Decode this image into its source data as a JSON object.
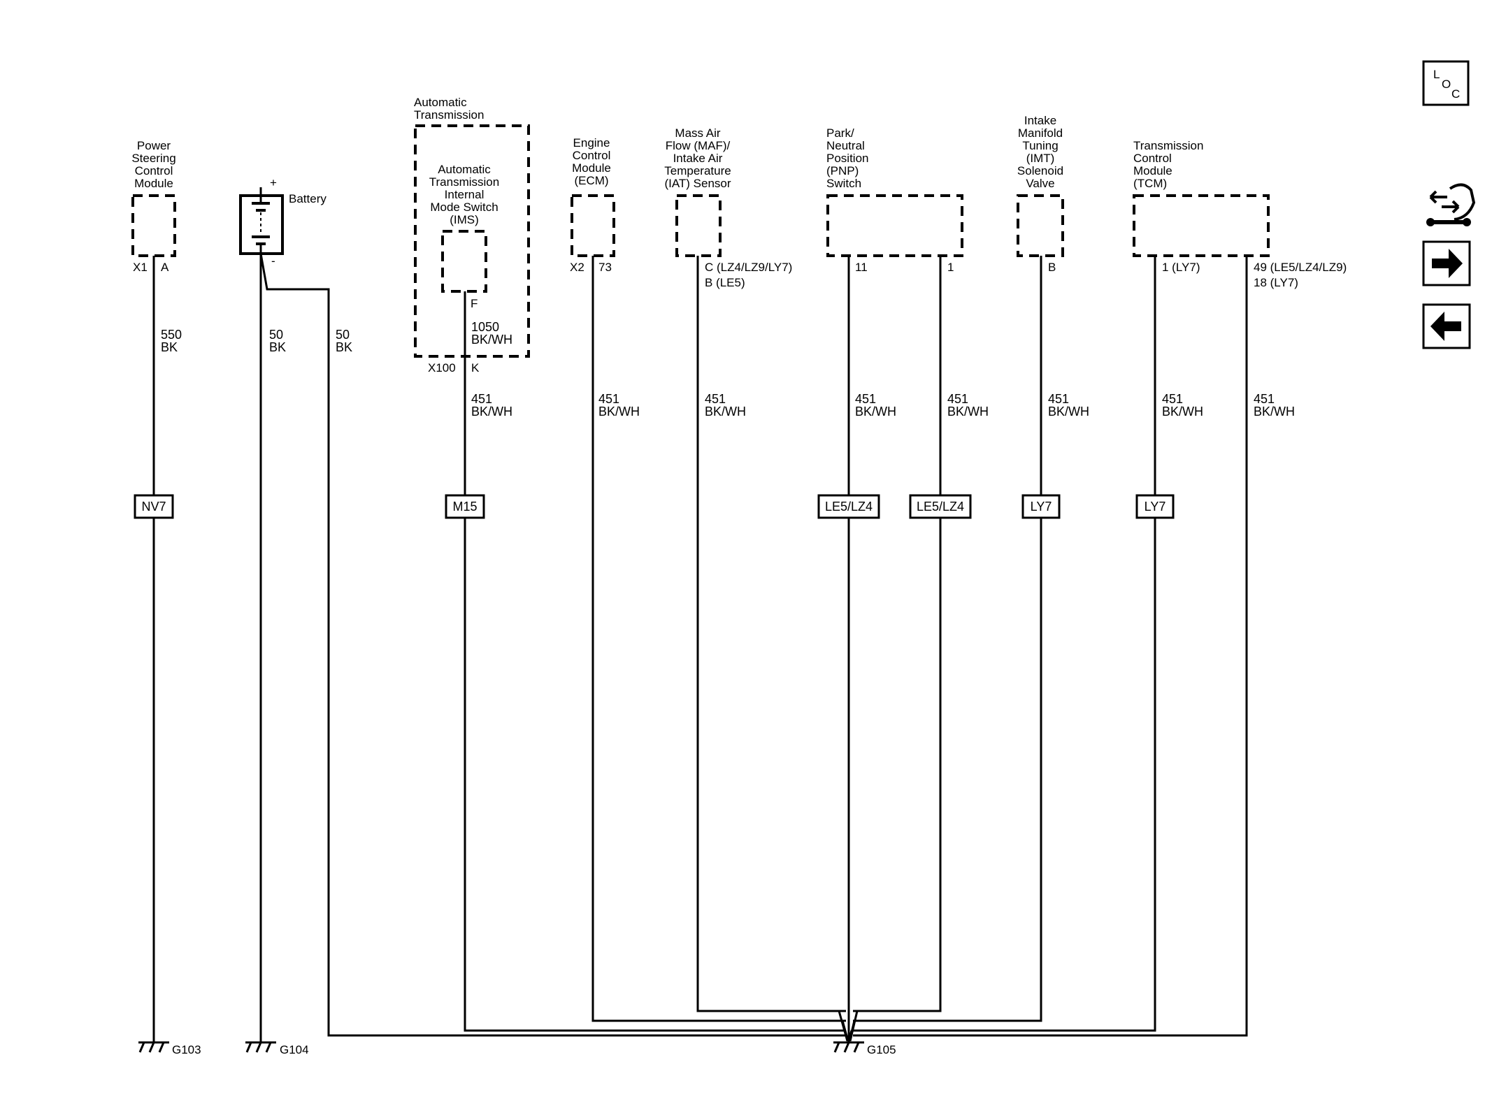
{
  "components": {
    "power_steering": [
      "Power",
      "Steering",
      "Control",
      "Module"
    ],
    "battery": "Battery",
    "auto_trans_outer": [
      "Automatic",
      "Transmission"
    ],
    "ims": [
      "Automatic",
      "Transmission",
      "Internal",
      "Mode Switch",
      "(IMS)"
    ],
    "ecm": [
      "Engine",
      "Control",
      "Module",
      "(ECM)"
    ],
    "maf": [
      "Mass Air",
      "Flow (MAF)/",
      "Intake Air",
      "Temperature",
      "(IAT) Sensor"
    ],
    "pnp": [
      "Park/",
      "Neutral",
      "Position",
      "(PNP)",
      "Switch"
    ],
    "imt": [
      "Intake",
      "Manifold",
      "Tuning",
      "(IMT)",
      "Solenoid",
      "Valve"
    ],
    "tcm": [
      "Transmission",
      "Control",
      "Module",
      "(TCM)"
    ]
  },
  "battery_terminals": {
    "plus": "+",
    "minus": "-"
  },
  "connectors": {
    "x1": "X1",
    "a": "A",
    "f": "F",
    "x100": "X100",
    "k": "K",
    "x2": "X2",
    "p73": "73",
    "maf_c": "C (LZ4/LZ9/LY7)",
    "maf_b": "B (LE5)",
    "pnp_11": "11",
    "pnp_1": "1",
    "imt_b": "B",
    "tcm_1": "1 (LY7)",
    "tcm_49": "49 (LE5/LZ4/LZ9)",
    "tcm_18": "18 (LY7)"
  },
  "wires": {
    "ps": [
      "550",
      "BK"
    ],
    "bat1": [
      "50",
      "BK"
    ],
    "bat2": [
      "50",
      "BK"
    ],
    "ims_int": [
      "1050",
      "BK/WH"
    ],
    "w451": [
      "451",
      "BK/WH"
    ]
  },
  "option_boxes": {
    "nv7": "NV7",
    "m15": "M15",
    "pnp_a": "LE5/LZ4",
    "pnp_b": "LE5/LZ4",
    "imt": "LY7",
    "tcm": "LY7"
  },
  "grounds": {
    "g103": "G103",
    "g104": "G104",
    "g105": "G105"
  },
  "nav": {
    "loc": [
      "L",
      "O",
      "C"
    ]
  }
}
